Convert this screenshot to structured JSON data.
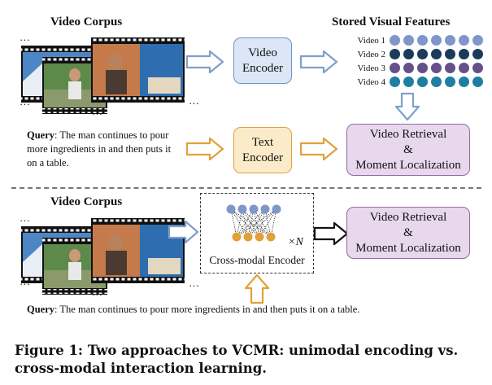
{
  "top": {
    "corpus_title": "Video Corpus",
    "features_title": "Stored Visual Features",
    "videos": [
      {
        "label": "Video 1",
        "color": "#7f96ca"
      },
      {
        "label": "Video 2",
        "color": "#1c3a5a"
      },
      {
        "label": "Video 3",
        "color": "#65508a"
      },
      {
        "label": "Video 4",
        "color": "#1f7fa3"
      }
    ],
    "video_encoder": "Video Encoder",
    "text_encoder": "Text Encoder",
    "result_line1": "Video Retrieval",
    "result_line2": "&",
    "result_line3": "Moment Localization",
    "query_label": "Query",
    "query_text": ": The man continues to pour more ingredients in and then puts it on a table."
  },
  "bottom": {
    "corpus_title": "Video Corpus",
    "cross_modal_label": "Cross-modal Encoder",
    "times_n": "×N",
    "result_line1": "Video Retrieval",
    "result_line2": "&",
    "result_line3": "Moment Localization",
    "query_label": "Query",
    "query_text": ": The man continues to pour more ingredients in and then puts it on a table."
  },
  "ellipsis": "…",
  "caption": "Figure 1: Two approaches to VCMR: unimodal encoding vs. cross-modal interaction learning.",
  "colors": {
    "blue_arrow": "#7e9fcb",
    "orange_arrow": "#e0a13a",
    "encoder_blue_fill": "#dbe7f6",
    "encoder_orange_fill": "#fcebc9",
    "result_fill": "#e8d8ee"
  }
}
